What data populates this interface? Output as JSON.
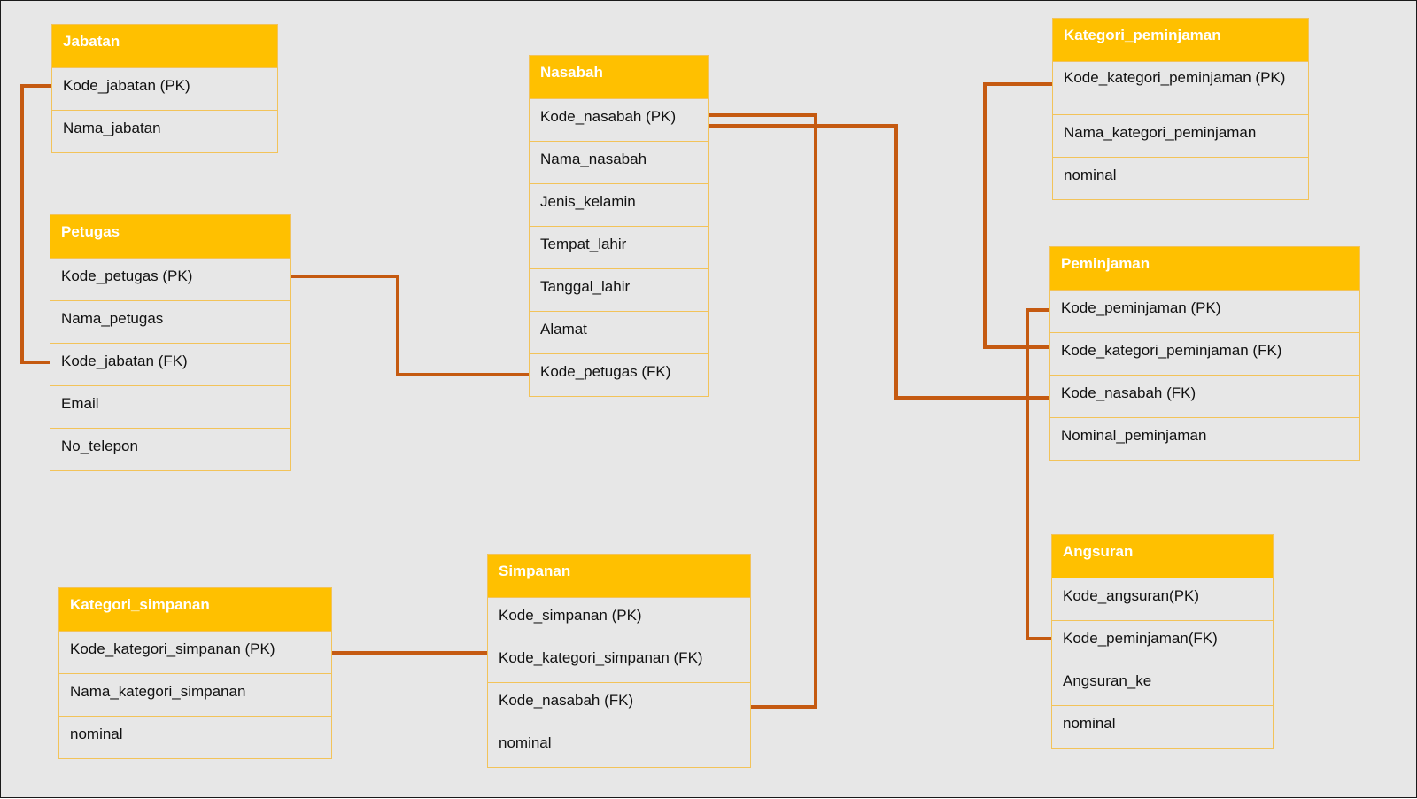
{
  "colors": {
    "background": "#e7e7e7",
    "header": "#ffc000",
    "header_text": "#ffffff",
    "border": "#f2c35a",
    "connector": "#c55a11"
  },
  "entities": {
    "jabatan": {
      "title": "Jabatan",
      "attributes": [
        "Kode_jabatan (PK)",
        "Nama_jabatan"
      ]
    },
    "petugas": {
      "title": "Petugas",
      "attributes": [
        "Kode_petugas (PK)",
        "Nama_petugas",
        "Kode_jabatan (FK)",
        "Email",
        "No_telepon"
      ]
    },
    "nasabah": {
      "title": "Nasabah",
      "attributes": [
        "Kode_nasabah (PK)",
        "Nama_nasabah",
        "Jenis_kelamin",
        "Tempat_lahir",
        "Tanggal_lahir",
        "Alamat",
        "Kode_petugas (FK)"
      ]
    },
    "kategori_peminjaman": {
      "title": "Kategori_peminjaman",
      "attributes": [
        "Kode_kategori_peminjaman (PK)",
        "Nama_kategori_peminjaman",
        "nominal"
      ]
    },
    "peminjaman": {
      "title": "Peminjaman",
      "attributes": [
        "Kode_peminjaman (PK)",
        "Kode_kategori_peminjaman (FK)",
        "Kode_nasabah (FK)",
        "Nominal_peminjaman"
      ]
    },
    "angsuran": {
      "title": "Angsuran",
      "attributes": [
        "Kode_angsuran(PK)",
        "Kode_peminjaman(FK)",
        "Angsuran_ke",
        "nominal"
      ]
    },
    "simpanan": {
      "title": "Simpanan",
      "attributes": [
        "Kode_simpanan (PK)",
        "Kode_kategori_simpanan (FK)",
        "Kode_nasabah (FK)",
        "nominal"
      ]
    },
    "kategori_simpanan": {
      "title": "Kategori_simpanan",
      "attributes": [
        "Kode_kategori_simpanan (PK)",
        "Nama_kategori_simpanan",
        "nominal"
      ]
    }
  },
  "relationships": [
    {
      "from": "jabatan.Kode_jabatan (PK)",
      "to": "petugas.Kode_jabatan (FK)"
    },
    {
      "from": "petugas.Kode_petugas (PK)",
      "to": "nasabah.Kode_petugas (FK)"
    },
    {
      "from": "nasabah.Kode_nasabah (PK)",
      "to": "simpanan.Kode_nasabah (FK)"
    },
    {
      "from": "nasabah.Kode_nasabah (PK)",
      "to": "peminjaman.Kode_nasabah (FK)"
    },
    {
      "from": "kategori_peminjaman.Kode_kategori_peminjaman (PK)",
      "to": "peminjaman.Kode_kategori_peminjaman (FK)"
    },
    {
      "from": "peminjaman.Kode_peminjaman (PK)",
      "to": "angsuran.Kode_peminjaman(FK)"
    },
    {
      "from": "kategori_simpanan.Kode_kategori_simpanan (PK)",
      "to": "simpanan.Kode_kategori_simpanan (FK)"
    }
  ]
}
